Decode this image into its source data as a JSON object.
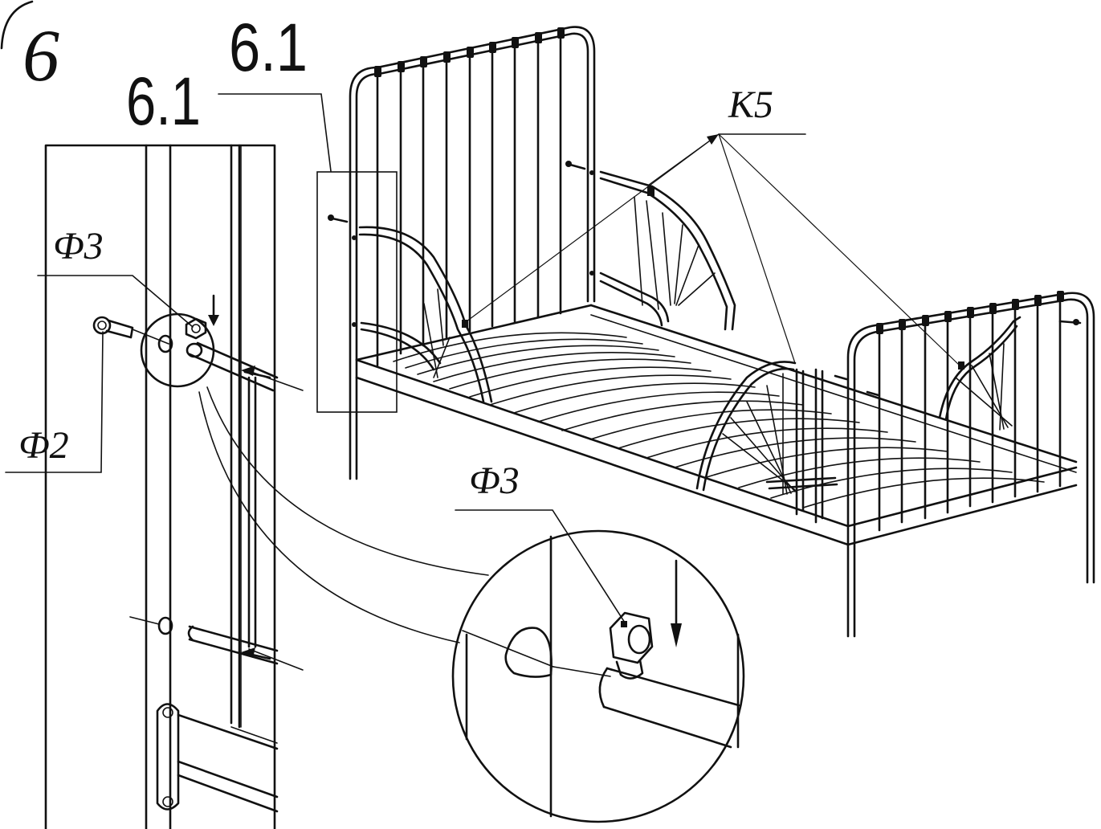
{
  "step": {
    "number": "6"
  },
  "sub_step": {
    "primary": "6.1",
    "secondary": "6.1"
  },
  "parts": {
    "k5": "К5",
    "f3_top": "Ф3",
    "f2": "Ф2",
    "f3_detail": "Ф3"
  }
}
